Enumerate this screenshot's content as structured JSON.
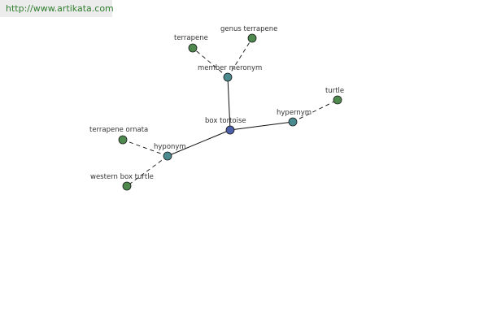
{
  "site": {
    "url": "http://www.artikata.com"
  },
  "graph": {
    "center": {
      "id": "box-tortoise",
      "label": "box tortoise",
      "color": "#4a5fa8"
    },
    "relations": [
      {
        "id": "member-meronym",
        "label": "member meronym",
        "color": "#4a8a8f",
        "terms": [
          {
            "id": "terrapene",
            "label": "terrapene"
          },
          {
            "id": "genus-terrapene",
            "label": "genus terrapene"
          }
        ]
      },
      {
        "id": "hypernym",
        "label": "hypernym",
        "color": "#4a8a8f",
        "terms": [
          {
            "id": "turtle",
            "label": "turtle"
          }
        ]
      },
      {
        "id": "hyponym",
        "label": "hyponym",
        "color": "#4a8a8f",
        "terms": [
          {
            "id": "terrapene-ornata",
            "label": "terrapene ornata"
          },
          {
            "id": "western-box-turtle",
            "label": "western box turtle"
          }
        ]
      }
    ],
    "term_color": "#4e8a4e"
  }
}
